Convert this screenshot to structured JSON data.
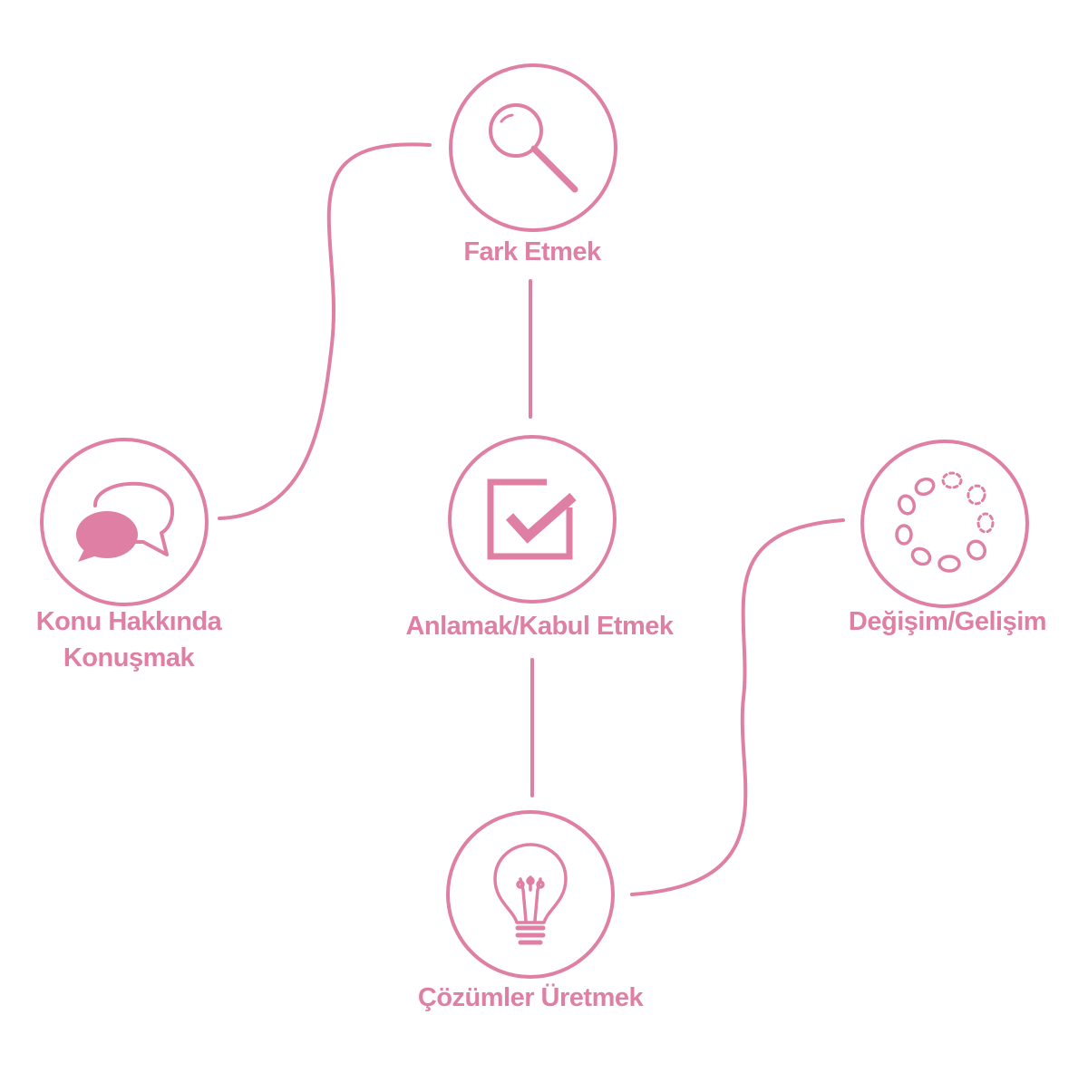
{
  "theme": {
    "accent": "#df7fa3",
    "background": "#ffffff"
  },
  "nodes": [
    {
      "id": "fark",
      "icon": "magnifier-icon",
      "label_lines": [
        "Fark Etmek"
      ]
    },
    {
      "id": "anlamak",
      "icon": "checkbox-checked-icon",
      "label_lines": [
        "Anlamak/Kabul Etmek"
      ]
    },
    {
      "id": "konu",
      "icon": "speech-bubbles-icon",
      "label_lines": [
        "Konu Hakkında",
        "Konuşmak"
      ]
    },
    {
      "id": "degisim",
      "icon": "circular-dots-icon",
      "label_lines": [
        "Değişim/Gelişim"
      ]
    },
    {
      "id": "cozum",
      "icon": "lightbulb-icon",
      "label_lines": [
        "Çözümler Üretmek"
      ]
    }
  ],
  "connections": [
    {
      "from": "fark",
      "to": "anlamak",
      "style": "straight"
    },
    {
      "from": "anlamak",
      "to": "cozum",
      "style": "straight"
    },
    {
      "from": "fark",
      "to": "konu",
      "style": "curve"
    },
    {
      "from": "cozum",
      "to": "degisim",
      "style": "curve"
    }
  ]
}
